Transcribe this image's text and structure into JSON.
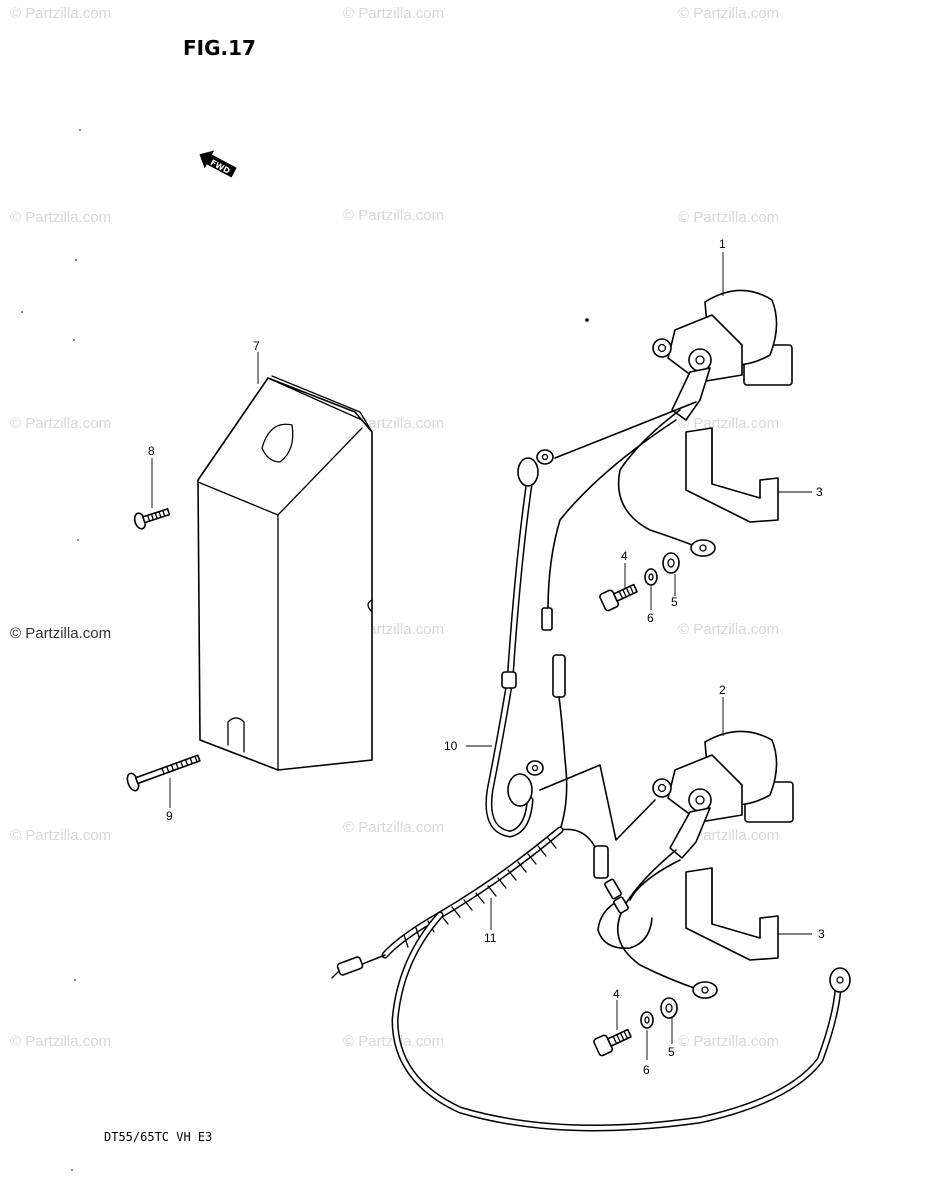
{
  "figure": {
    "title": "FIG.17",
    "fwd_marker": "FWD",
    "model_code": "DT55/65TC VH E3"
  },
  "watermarks": {
    "text": "© Partzilla.com",
    "primary_text": "© Partzilla.com"
  },
  "callouts": {
    "c1": "1",
    "c2": "2",
    "c3a": "3",
    "c3b": "3",
    "c4a": "4",
    "c4b": "4",
    "c5a": "5",
    "c5b": "5",
    "c6a": "6",
    "c6b": "6",
    "c7": "7",
    "c8": "8",
    "c9": "9",
    "c10": "10",
    "c11": "11"
  }
}
